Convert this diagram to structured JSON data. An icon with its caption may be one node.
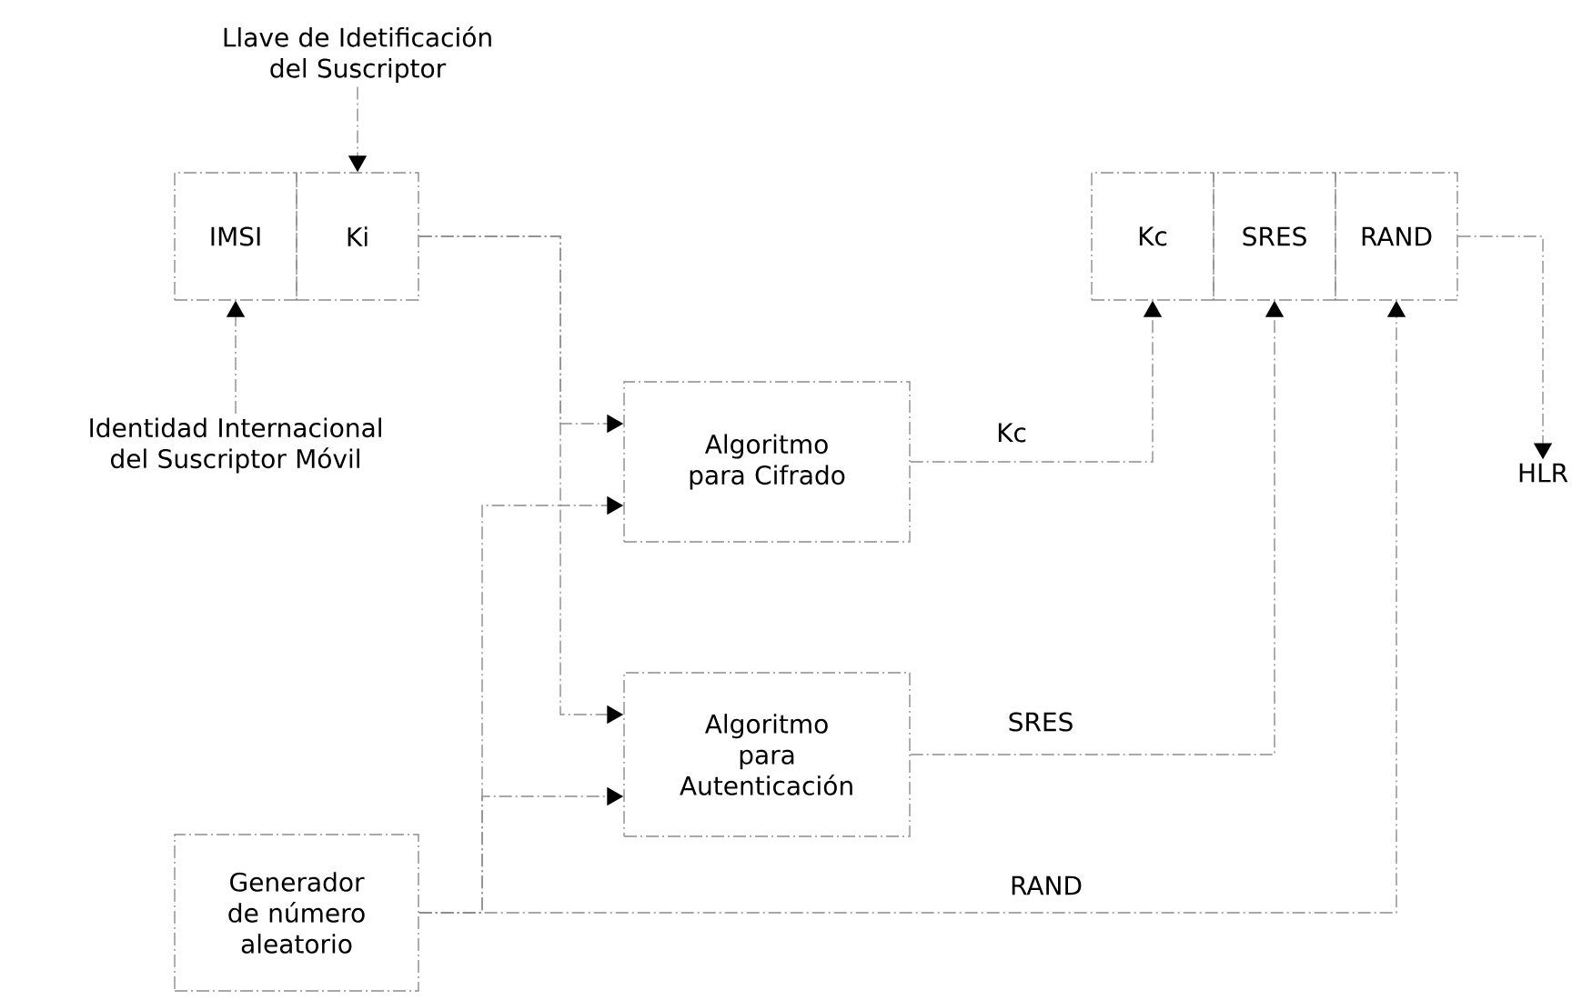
{
  "diagram": {
    "nodes": [
      {
        "text": [
          "IMSI"
        ]
      },
      {
        "text": [
          "Ki"
        ]
      },
      {
        "text": [
          "Kc"
        ]
      },
      {
        "text": [
          "SRES"
        ]
      },
      {
        "text": [
          "RAND"
        ]
      },
      {
        "text": [
          "Algoritmo para Cifrado"
        ]
      },
      {
        "text": [
          "Algoritmo para Autenticación"
        ]
      },
      {
        "text": [
          "Generador de número aleatorio"
        ]
      },
      {
        "text": [
          "Llave de Idetificación del Suscriptor"
        ]
      },
      {
        "text": [
          "Identidad Internacional del Suscriptor Móvil"
        ]
      },
      {
        "text": [
          "HLR"
        ]
      }
    ],
    "edges": [
      {
        "from": 8,
        "to": 1,
        "arrow": "to"
      },
      {
        "from": 9,
        "to": 0,
        "arrow": "to"
      },
      {
        "from": 1,
        "to": 5,
        "arrow": "to"
      },
      {
        "from": 1,
        "to": 6,
        "arrow": "to"
      },
      {
        "from": 7,
        "to": 5,
        "arrow": "to"
      },
      {
        "from": 7,
        "to": 6,
        "arrow": "to"
      },
      {
        "from": 7,
        "to": 4,
        "label": "RAND",
        "arrow": "to"
      },
      {
        "from": 5,
        "to": 2,
        "label": "Kc",
        "arrow": "to"
      },
      {
        "from": 6,
        "to": 3,
        "label": "SRES",
        "arrow": "to"
      },
      {
        "from": 4,
        "to": 10,
        "arrow": "to"
      }
    ]
  }
}
